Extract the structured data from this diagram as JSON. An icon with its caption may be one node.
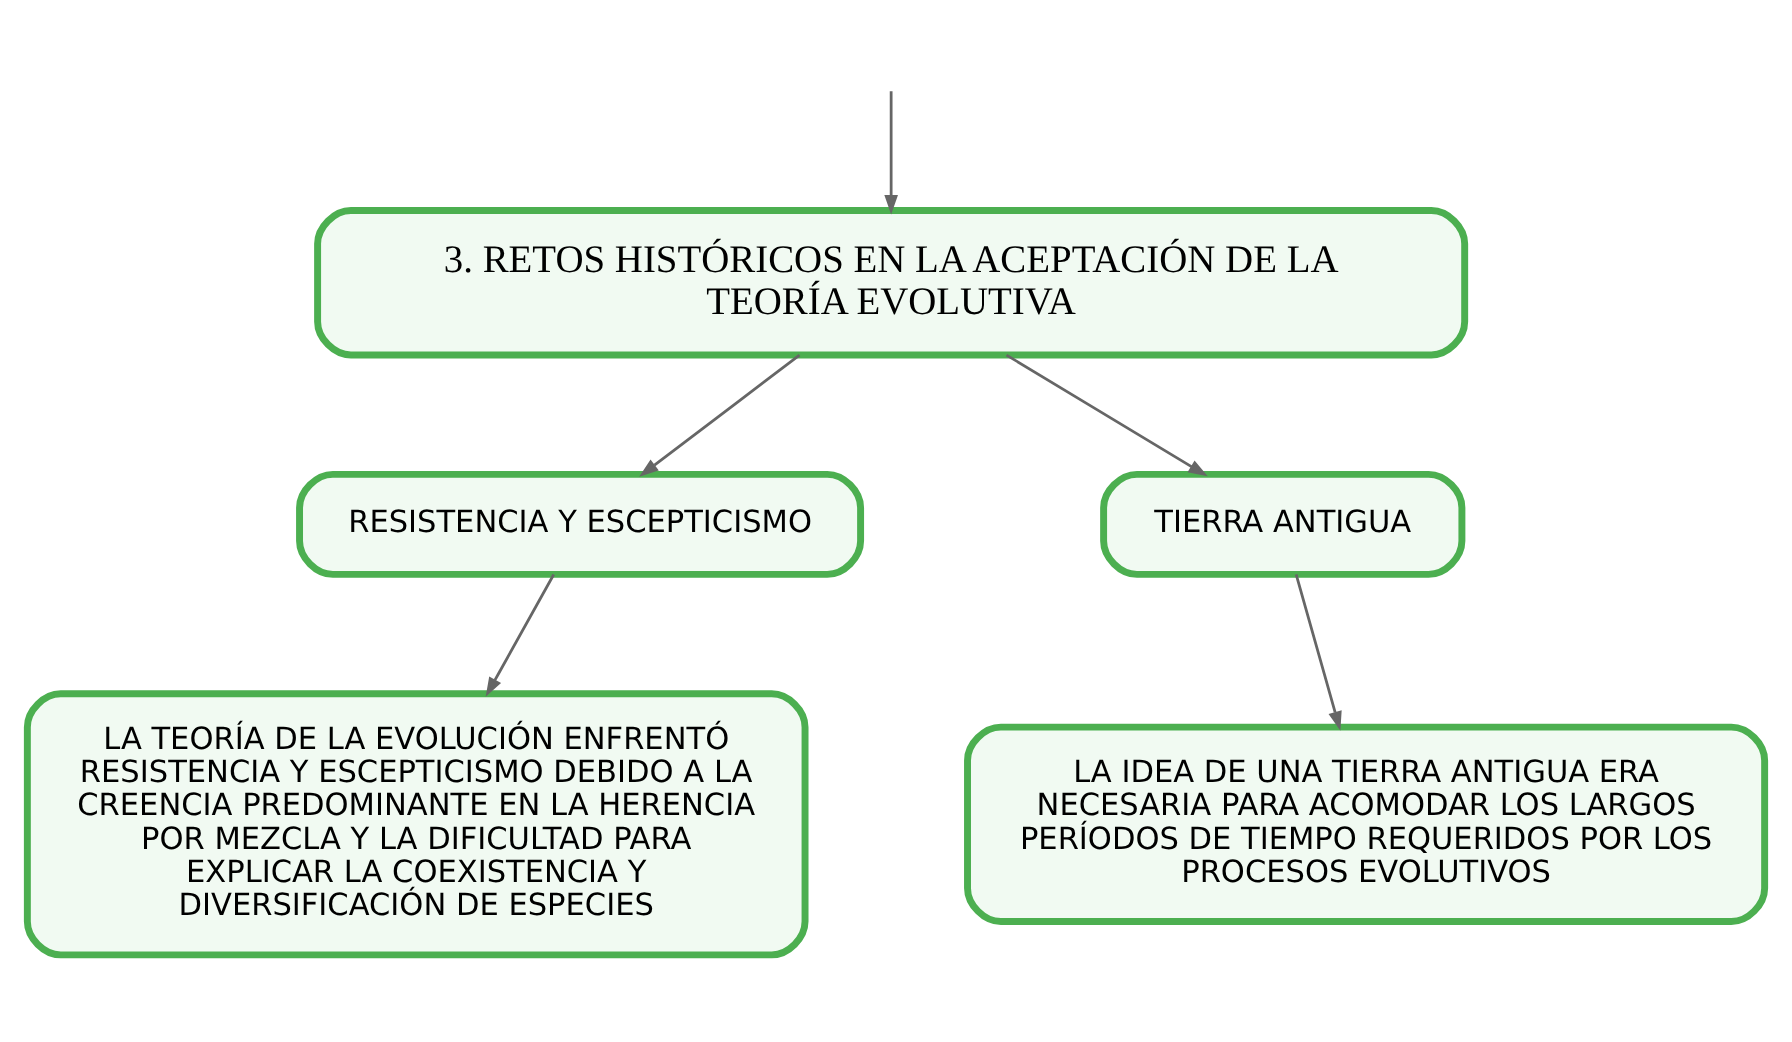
{
  "diagram": {
    "nodes": [
      {
        "text": [
          "3. RETOS HISTÓRICOS EN LA ACEPTACIÓN DE LA TEORÍA EVOLUTIVA"
        ]
      },
      {
        "text": [
          "RESISTENCIA Y ESCEPTICISMO"
        ]
      },
      {
        "text": [
          "TIERRA ANTIGUA"
        ]
      },
      {
        "text": [
          "LA TEORÍA DE LA EVOLUCIÓN ENFRENTÓ RESISTENCIA Y ESCEPTICISMO DEBIDO A LA CREENCIA PREDOMINANTE EN LA HERENCIA POR MEZCLA Y LA DIFICULTAD PARA EXPLICAR LA COEXISTENCIA Y DIVERSIFICACIÓN DE ESPECIES"
        ]
      },
      {
        "text": [
          "LA IDEA DE UNA TIERRA ANTIGUA ERA NECESARIA PARA ACOMODAR LOS LARGOS PERÍODOS DE TIEMPO REQUERIDOS POR LOS PROCESOS EVOLUTIVOS"
        ]
      }
    ],
    "edges": [
      {
        "from": null,
        "to": 0,
        "arrow": "to"
      },
      {
        "from": 0,
        "to": 1,
        "arrow": "to"
      },
      {
        "from": 0,
        "to": 2,
        "arrow": "to"
      },
      {
        "from": 1,
        "to": 3,
        "arrow": "to"
      },
      {
        "from": 2,
        "to": 4,
        "arrow": "to"
      }
    ]
  }
}
